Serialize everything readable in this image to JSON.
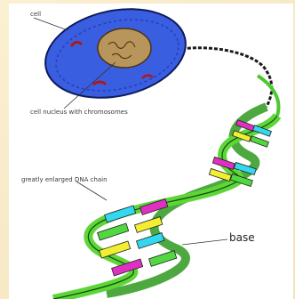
{
  "labels": {
    "cell": "cell",
    "nucleus": "cell nucleus with chromosomes",
    "dna_chain": "greatly enlarged DNA chain",
    "base": "base"
  },
  "colors": {
    "background": "#f7e9c7",
    "cell_cytoplasm": "#3a5ee0",
    "nucleus": "#b8955a",
    "helix_green": "#5ed63a",
    "base_magenta": "#e02fc3",
    "base_cyan": "#33d8f0",
    "base_yellow": "#f2ef33",
    "base_green": "#52d83f"
  }
}
